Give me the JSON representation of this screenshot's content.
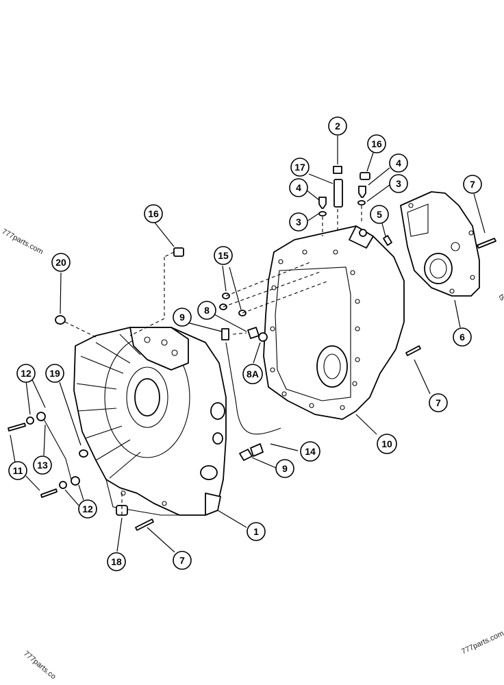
{
  "watermarks": {
    "top_left": "777parts.com",
    "bottom_left": "777parts.co",
    "bottom_right": "777parts.com",
    "right_edge": "ts"
  },
  "callouts": {
    "c1": "1",
    "c2": "2",
    "c3a": "3",
    "c3b": "3",
    "c4a": "4",
    "c4b": "4",
    "c5": "5",
    "c6": "6",
    "c7a": "7",
    "c7b": "7",
    "c7c": "7",
    "c8": "8",
    "c8a": "8A",
    "c9a": "9",
    "c9b": "9",
    "c10": "10",
    "c11": "11",
    "c12a": "12",
    "c12b": "12",
    "c13": "13",
    "c14": "14",
    "c15": "15",
    "c16a": "16",
    "c16b": "16",
    "c17": "17",
    "c18": "18",
    "c19": "19",
    "c20": "20"
  },
  "colors": {
    "line": "#000000",
    "background": "#ffffff"
  }
}
